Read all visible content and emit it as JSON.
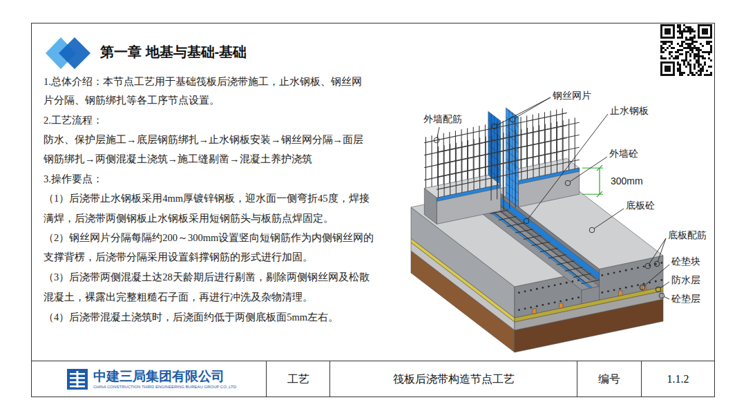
{
  "diagram": {
    "title": "第一章 地基与基础-基础",
    "nodes": [
      {
        "text": [
          "中建三局集团有限公司",
          "CHINA CONSTRUCTION THIRD ENGINEERING BUREAU GROUP CO.,LTD"
        ]
      },
      {
        "text": [
          "工艺"
        ]
      },
      {
        "text": [
          "筏板后浇带构造节点工艺"
        ]
      },
      {
        "text": [
          "编号"
        ]
      },
      {
        "text": [
          "1.1.2"
        ]
      }
    ],
    "labels": [
      "1.总体介绍：本节点工艺用于基础筏板后浇带施工，止水钢板、钢丝网",
      "片分隔、钢筋绑扎等各工序节点设置。",
      "2.工艺流程：",
      "防水、保护层施工→底层钢筋绑扎→止水钢板安装→钢丝网分隔→面层",
      "钢筋绑扎→两侧混凝土浇筑→施工缝剔凿→混凝土养护浇筑",
      "3.操作要点：",
      "（1）后浇带止水钢板采用4mm厚镀锌钢板，迎水面一侧弯折45度，焊接",
      "满焊，后浇带两侧钢板止水钢板采用短钢筋头与板筋点焊固定。",
      "（2）钢丝网片分隔每隔约200～300mm设置竖向短钢筋作为内侧钢丝网的",
      "支撑背楞，后浇带分隔采用设置斜撑钢筋的形式进行加固。",
      "（3）后浇带两侧混凝土达28天龄期后进行剔凿，剔除两侧钢丝网及松散",
      "混凝土，裸露出完整粗糙石子面，再进行冲洗及杂物清理。",
      "（4）后浇带混凝土浇筑时，后浇面约低于两侧底板面5mm左右。",
      "钢丝网片",
      "外墙配筋",
      "止水钢板",
      "外墙砼",
      "300mm",
      "底板砼",
      "底板配筋",
      "砼垫块",
      "防水层",
      "砼垫层"
    ]
  }
}
